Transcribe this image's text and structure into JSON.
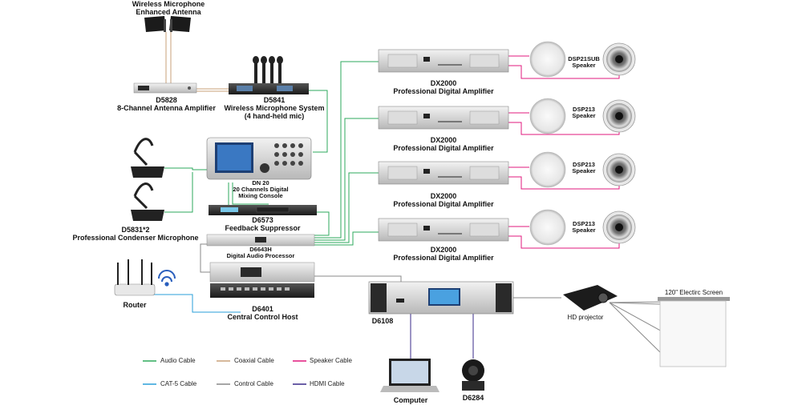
{
  "devices": {
    "antenna": {
      "line1": "Wireless Microphone",
      "line2": "Enhanced Antenna"
    },
    "d5828": {
      "model": "D5828",
      "desc": "8-Channel Antenna Amplifier"
    },
    "d5841": {
      "model": "D5841",
      "desc": "Wireless Microphone System",
      "desc2": "(4 hand-held mic)"
    },
    "dn20": {
      "model": "DN 20",
      "desc": "20 Channels Digital",
      "desc2": "Mixing Console"
    },
    "d5831": {
      "model": "D5831*2",
      "desc": "Professional Condenser Microphone"
    },
    "d6573": {
      "model": "D6573",
      "desc": "Feedback Suppressor"
    },
    "d6643h": {
      "model": "D6643H",
      "desc": "Digital Audio Processor"
    },
    "d6401": {
      "model": "D6401",
      "desc": "Central Control Host"
    },
    "router": {
      "name": "Router"
    },
    "d6108": {
      "model": "D6108"
    },
    "projector": {
      "name": "HD projector"
    },
    "screen": {
      "name": "120\" Electirc Screen"
    },
    "computer": {
      "name": "Computer"
    },
    "d6284": {
      "model": "D6284"
    }
  },
  "amplifiers": [
    {
      "model": "DX2000",
      "desc": "Professional Digital Amplifier"
    },
    {
      "model": "DX2000",
      "desc": "Professional Digital Amplifier"
    },
    {
      "model": "DX2000",
      "desc": "Professional Digital Amplifier"
    },
    {
      "model": "DX2000",
      "desc": "Professional Digital Amplifier"
    }
  ],
  "speakers": [
    {
      "model": "DSP21SUB",
      "type": "Speaker"
    },
    {
      "model": "DSP213",
      "type": "Speaker"
    },
    {
      "model": "DSP213",
      "type": "Speaker"
    },
    {
      "model": "DSP213",
      "type": "Speaker"
    }
  ],
  "legend": [
    {
      "label": "Audio Cable",
      "color": "#2eaa5c"
    },
    {
      "label": "Coaxial  Cable",
      "color": "#c9a07a"
    },
    {
      "label": "Speaker Cable",
      "color": "#e0197d"
    },
    {
      "label": "CAT-5 Cable",
      "color": "#2a9fd8"
    },
    {
      "label": "Control Cable",
      "color": "#888888"
    },
    {
      "label": "HDMI Cable",
      "color": "#3a2a8a"
    }
  ]
}
